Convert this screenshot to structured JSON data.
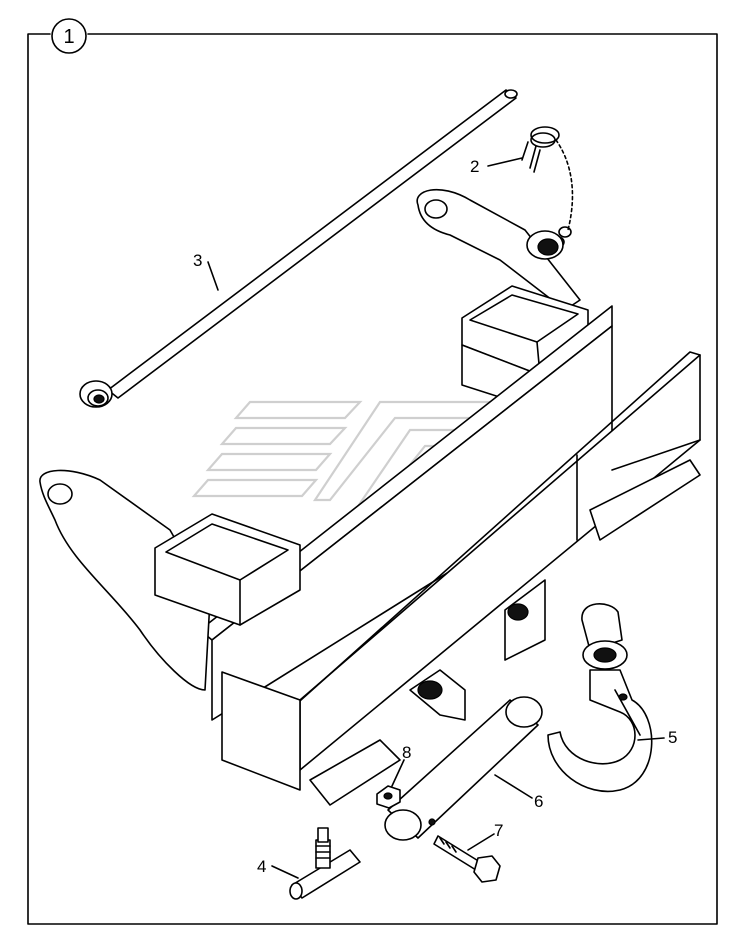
{
  "figure": {
    "number": "1"
  },
  "callouts": [
    {
      "id": "2",
      "text": "2"
    },
    {
      "id": "3",
      "text": "3"
    },
    {
      "id": "4",
      "text": "4"
    },
    {
      "id": "5",
      "text": "5"
    },
    {
      "id": "6",
      "text": "6"
    },
    {
      "id": "7",
      "text": "7"
    },
    {
      "id": "8",
      "text": "8"
    }
  ]
}
